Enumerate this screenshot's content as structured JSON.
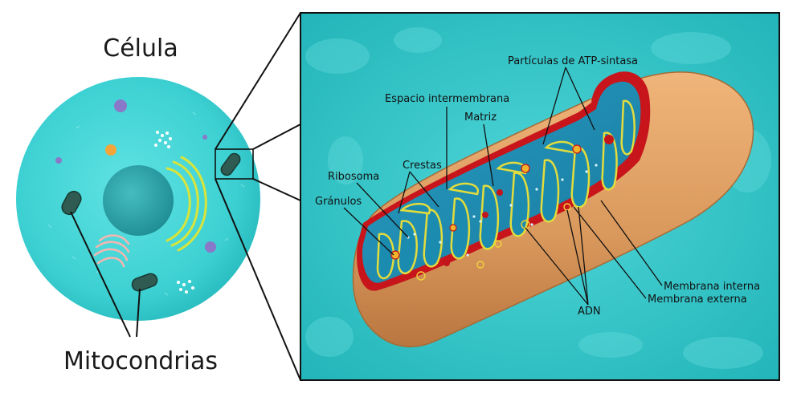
{
  "title": "Célula",
  "cell_label": "Mitocondrias",
  "labels": {
    "atp": "Partículas de ATP-sintasa",
    "intermembrane": "Espacio intermembrana",
    "matrix": "Matriz",
    "cristae": "Crestas",
    "ribosome": "Ribosoma",
    "granules": "Gránulos",
    "inner_membrane": "Membrana interna",
    "outer_membrane": "Membrana externa",
    "dna": "ADN"
  },
  "colors": {
    "cytoplasm": "#3fd3d3",
    "nucleus": "#2fa6aa",
    "zoom_background": "#2cc6c8",
    "outer_membrane": "#d89a5e",
    "membrane_edge": "#d5151a",
    "matrix": "#1e8fb4",
    "inner_membrane": "#e4e04a"
  }
}
